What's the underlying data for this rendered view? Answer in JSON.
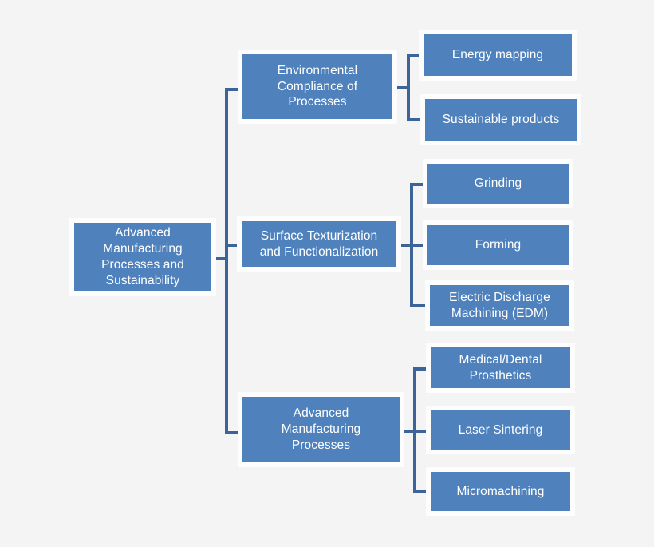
{
  "diagram": {
    "type": "tree-hierarchy",
    "title_node": "Advanced\nManufacturing\nProcesses and\nSustainability",
    "colors": {
      "background": "#f4f4f4",
      "node_fill": "#4f81bd",
      "node_text": "#ffffff",
      "node_border": "#fdfdfd",
      "connector": "#3d6498"
    },
    "root": {
      "label": "Advanced\nManufacturing\nProcesses and\nSustainability"
    },
    "branches": [
      {
        "label": "Environmental\nCompliance of\nProcesses",
        "children": [
          {
            "label": "Energy mapping"
          },
          {
            "label": "Sustainable products"
          }
        ]
      },
      {
        "label": "Surface Texturization\nand Functionalization",
        "children": [
          {
            "label": "Grinding"
          },
          {
            "label": "Forming"
          },
          {
            "label": "Electric Discharge\nMachining  (EDM)"
          }
        ]
      },
      {
        "label": "Advanced\nManufacturing\nProcesses",
        "children": [
          {
            "label": "Medical/Dental\nProsthetics"
          },
          {
            "label": "Laser Sintering"
          },
          {
            "label": "Micromachining"
          }
        ]
      }
    ]
  }
}
